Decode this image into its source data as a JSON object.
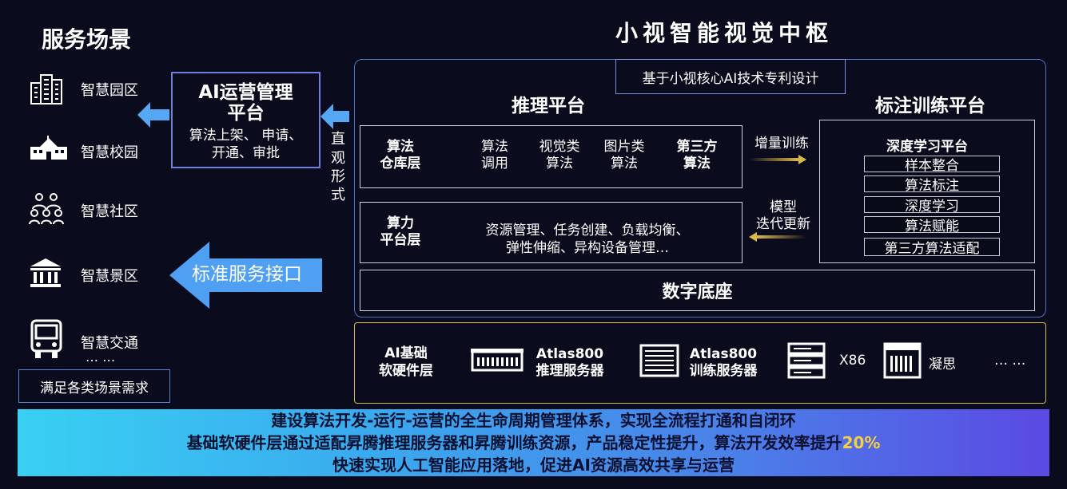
{
  "left": {
    "title": "服务场景",
    "scenes": [
      {
        "label": "智慧园区",
        "icon": "park-icon"
      },
      {
        "label": "智慧校园",
        "icon": "campus-icon"
      },
      {
        "label": "智慧社区",
        "icon": "community-icon"
      },
      {
        "label": "智慧景区",
        "icon": "scenic-icon"
      },
      {
        "label": "智慧交通",
        "icon": "bus-icon"
      }
    ],
    "ellipsis": "… …",
    "footer": "满足各类场景需求",
    "ops_title_line1": "AI运营管理",
    "ops_title_line2": "平台",
    "ops_desc_line1": "算法上架、 申请、",
    "ops_desc_line2": "开通、审批",
    "vertical_text": [
      "直",
      "观",
      "形",
      "式"
    ],
    "std_interface": "标准服务接口"
  },
  "hub": {
    "title": "小视智能视觉中枢",
    "badge": "基于小视核心AI技术专利设计",
    "inference_title": "推理平台",
    "training_title": "标注训练平台",
    "warehouse": {
      "label_line1": "算法",
      "label_line2": "仓库层",
      "items": [
        {
          "l1": "算法",
          "l2": "调用",
          "bold": false
        },
        {
          "l1": "视觉类",
          "l2": "算法",
          "bold": false
        },
        {
          "l1": "图片类",
          "l2": "算法",
          "bold": false
        },
        {
          "l1": "第三方",
          "l2": "算法",
          "bold": true
        }
      ]
    },
    "compute": {
      "label_line1": "算力",
      "label_line2": "平台层",
      "desc_line1": "资源管理、任务创建、负载均衡、",
      "desc_line2": "弹性伸缩、异构设备管理…"
    },
    "incremental": "增量训练",
    "model_line1": "模型",
    "model_line2": "迭代更新",
    "deep": {
      "title": "深度学习平台",
      "items": [
        "样本整合",
        "算法标注",
        "深度学习",
        "算法赋能",
        "第三方算法适配"
      ]
    },
    "base": "数字底座"
  },
  "hardware": {
    "label_line1": "AI基础",
    "label_line2": "软硬件层",
    "atlas_infer_line1": "Atlas800",
    "atlas_infer_line2": "推理服务器",
    "atlas_train_line1": "Atlas800",
    "atlas_train_line2": "训练服务器",
    "x86": "X86",
    "ningsi": "凝思",
    "more": "… …"
  },
  "banner": {
    "line1": "建设算法开发-运行-运营的全生命周期管理体系，实现全流程打通和自闭环",
    "line2_pre": "基础软硬件层通过适配昇腾推理服务器和昇腾训练资源，产品稳定性提升，算法开发效率提升",
    "line2_highlight": "20%",
    "line3": "快速实现人工智能应用落地，促进AI资源高效共享与运营"
  },
  "colors": {
    "background": "#0a0b1c",
    "accent_blue": "#56a8f5",
    "hub_border": "#4a73c9",
    "gold_border": "#d9b84a",
    "highlight": "#f4d03f",
    "banner_start": "#39d0f2",
    "banner_end": "#5b49e3"
  }
}
